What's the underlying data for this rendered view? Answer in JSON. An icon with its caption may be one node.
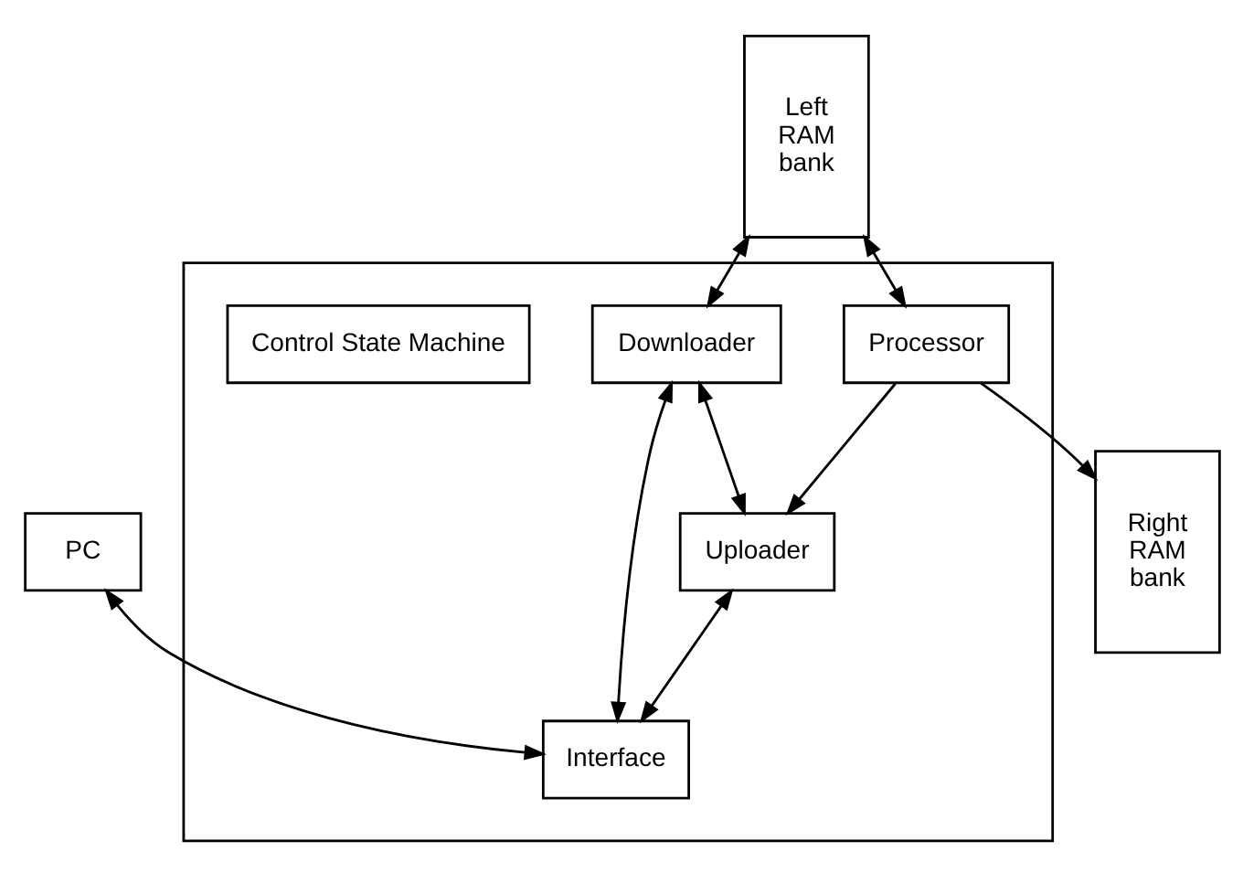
{
  "diagram": {
    "nodes": [
      {
        "text": [
          "PC"
        ]
      },
      {
        "text": [],
        "shape": "box"
      },
      {
        "text": [
          "Interface"
        ],
        "in": 1
      },
      {
        "text": [
          "Downloader"
        ],
        "in": 1
      },
      {
        "text": [
          "Uploader"
        ],
        "in": 1
      },
      {
        "text": [
          "Left RAM bank"
        ]
      },
      {
        "text": [
          "Processor"
        ],
        "in": 1
      },
      {
        "text": [
          "Right RAM bank"
        ]
      },
      {
        "text": [
          "Control State Machine"
        ],
        "in": 1
      }
    ],
    "edges": [
      {
        "from": 0,
        "to": 2,
        "arrow": "both"
      },
      {
        "from": 3,
        "to": 4,
        "arrow": "both"
      },
      {
        "from": 3,
        "to": 2,
        "arrow": "both"
      },
      {
        "from": 4,
        "to": 2,
        "arrow": "both"
      },
      {
        "from": 5,
        "to": 6,
        "arrow": "both"
      },
      {
        "from": 5,
        "to": 3,
        "arrow": "both"
      },
      {
        "from": 6,
        "to": 7,
        "arrow": "to"
      },
      {
        "from": 6,
        "to": 4,
        "arrow": "to"
      }
    ]
  }
}
